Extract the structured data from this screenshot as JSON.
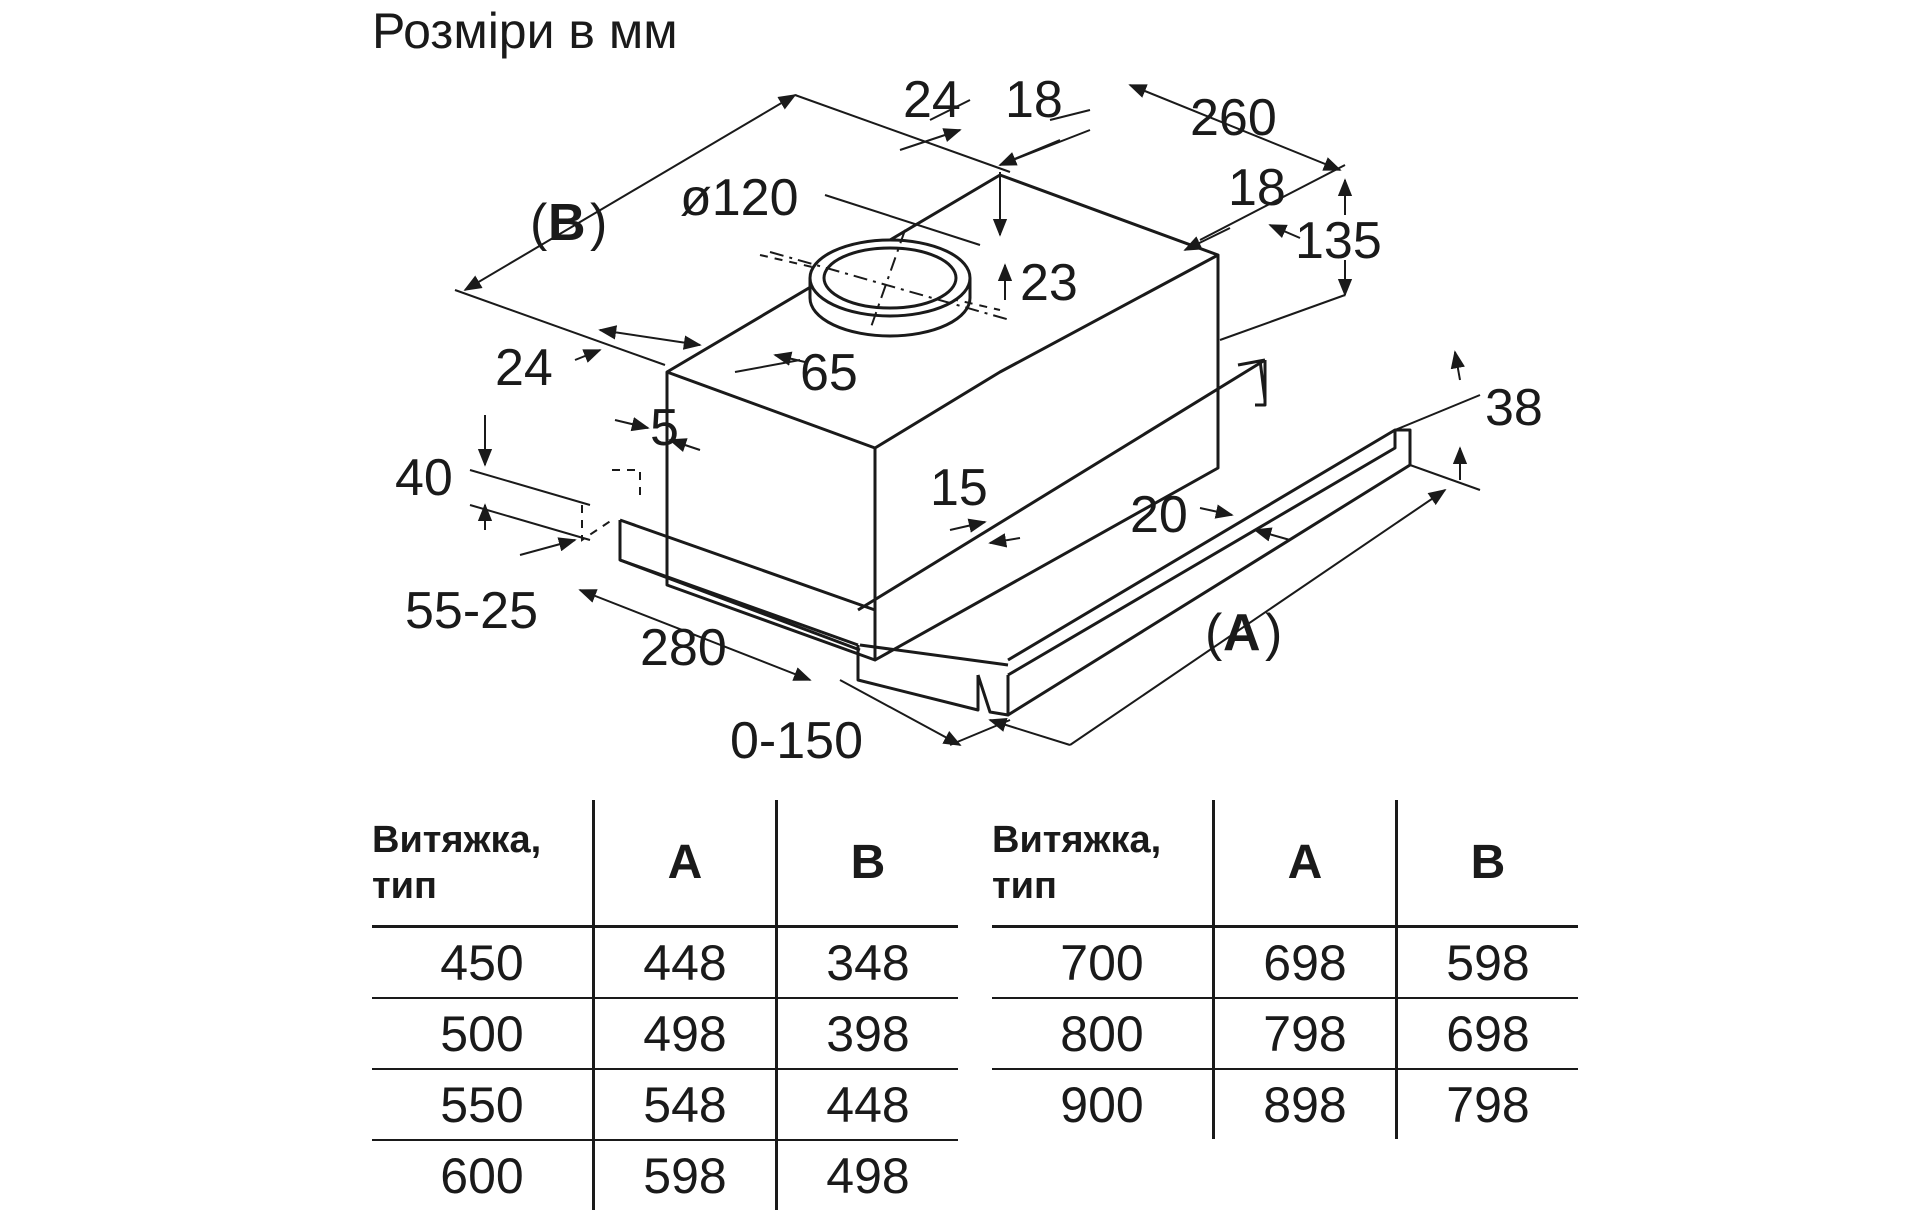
{
  "title": "Розміри в мм",
  "labels": {
    "d24_top": "24",
    "d18_top": "18",
    "d260": "260",
    "d18_right": "18",
    "d135": "135",
    "dia120": "ø120",
    "d23": "23",
    "d65": "65",
    "d24_left": "24",
    "d5": "5",
    "d40": "40",
    "d55_25": "55-25",
    "d280": "280",
    "d0_150": "0-150",
    "d15": "15",
    "d20": "20",
    "d38": "38",
    "b_open": "(",
    "b_letter": "B",
    "b_close": ")",
    "a_open": "(",
    "a_letter": "A",
    "a_close": ")"
  },
  "table_left": {
    "header": {
      "type_line1": "Витяжка,",
      "type_line2": "тип",
      "a": "A",
      "b": "B"
    },
    "rows": [
      {
        "type": "450",
        "a": "448",
        "b": "348"
      },
      {
        "type": "500",
        "a": "498",
        "b": "398"
      },
      {
        "type": "550",
        "a": "548",
        "b": "448"
      },
      {
        "type": "600",
        "a": "598",
        "b": "498"
      }
    ]
  },
  "table_right": {
    "header": {
      "type_line1": "Витяжка,",
      "type_line2": "тип",
      "a": "A",
      "b": "B"
    },
    "rows": [
      {
        "type": "700",
        "a": "698",
        "b": "598"
      },
      {
        "type": "800",
        "a": "798",
        "b": "698"
      },
      {
        "type": "900",
        "a": "898",
        "b": "798"
      }
    ]
  }
}
